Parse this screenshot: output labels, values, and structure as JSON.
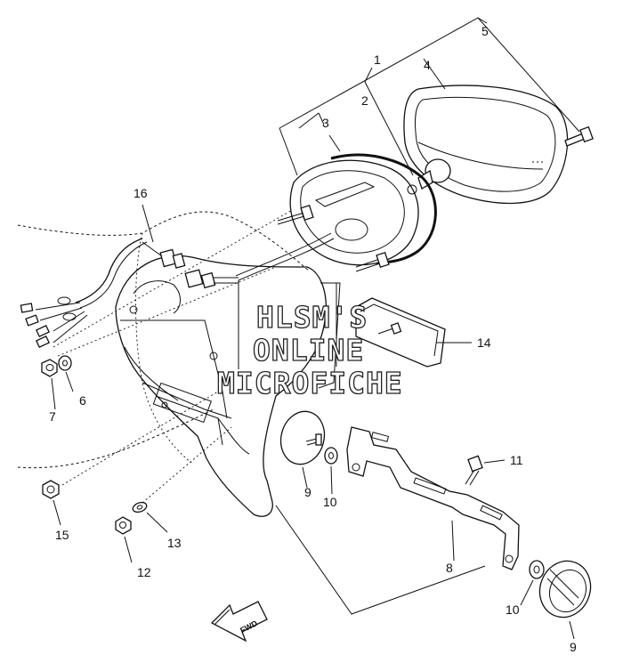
{
  "callouts": {
    "c1": "1",
    "c2": "2",
    "c3": "3",
    "c4": "4",
    "c5": "5",
    "c6": "6",
    "c7": "7",
    "c8": "8",
    "c9a": "9",
    "c9b": "9",
    "c10a": "10",
    "c10b": "10",
    "c11": "11",
    "c12": "12",
    "c13": "13",
    "c14": "14",
    "c15": "15",
    "c16": "16"
  },
  "watermark": {
    "line1": "HLSM'S",
    "line2": "ONLINE",
    "line3": "MICROFICHE"
  },
  "direction_arrow": {
    "label": "FWD"
  }
}
